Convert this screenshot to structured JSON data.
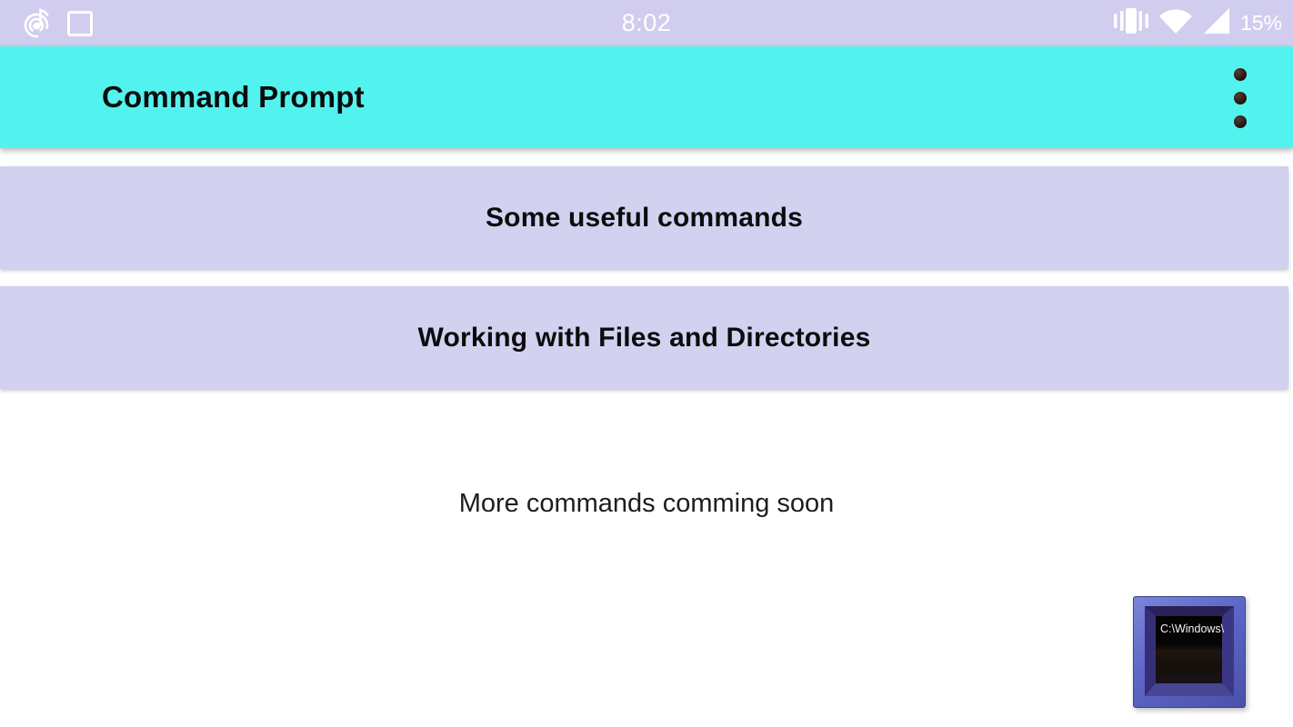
{
  "status_bar": {
    "time": "8:02",
    "battery_percent": "15%",
    "left_icons": [
      "music-notification-icon",
      "screenshot-notification-icon"
    ],
    "right_icons": [
      "vibrate-icon",
      "wifi-icon",
      "cellular-signal-icon"
    ]
  },
  "app_bar": {
    "title": "Command Prompt"
  },
  "cards": [
    {
      "label": "Some useful commands"
    },
    {
      "label": "Working with Files and Directories"
    }
  ],
  "footer_note": "More commands comming soon",
  "floating_icon": {
    "screen_text": "C:\\Windows\\"
  },
  "colors": {
    "status_bar_bg": "#d1cdee",
    "app_bar_bg": "#52f3ef",
    "card_bg": "#d3d1f0",
    "page_bg": "#ffffff",
    "text_dark": "#0c0c0c",
    "icon_frame_blue": "#5d66c5"
  }
}
